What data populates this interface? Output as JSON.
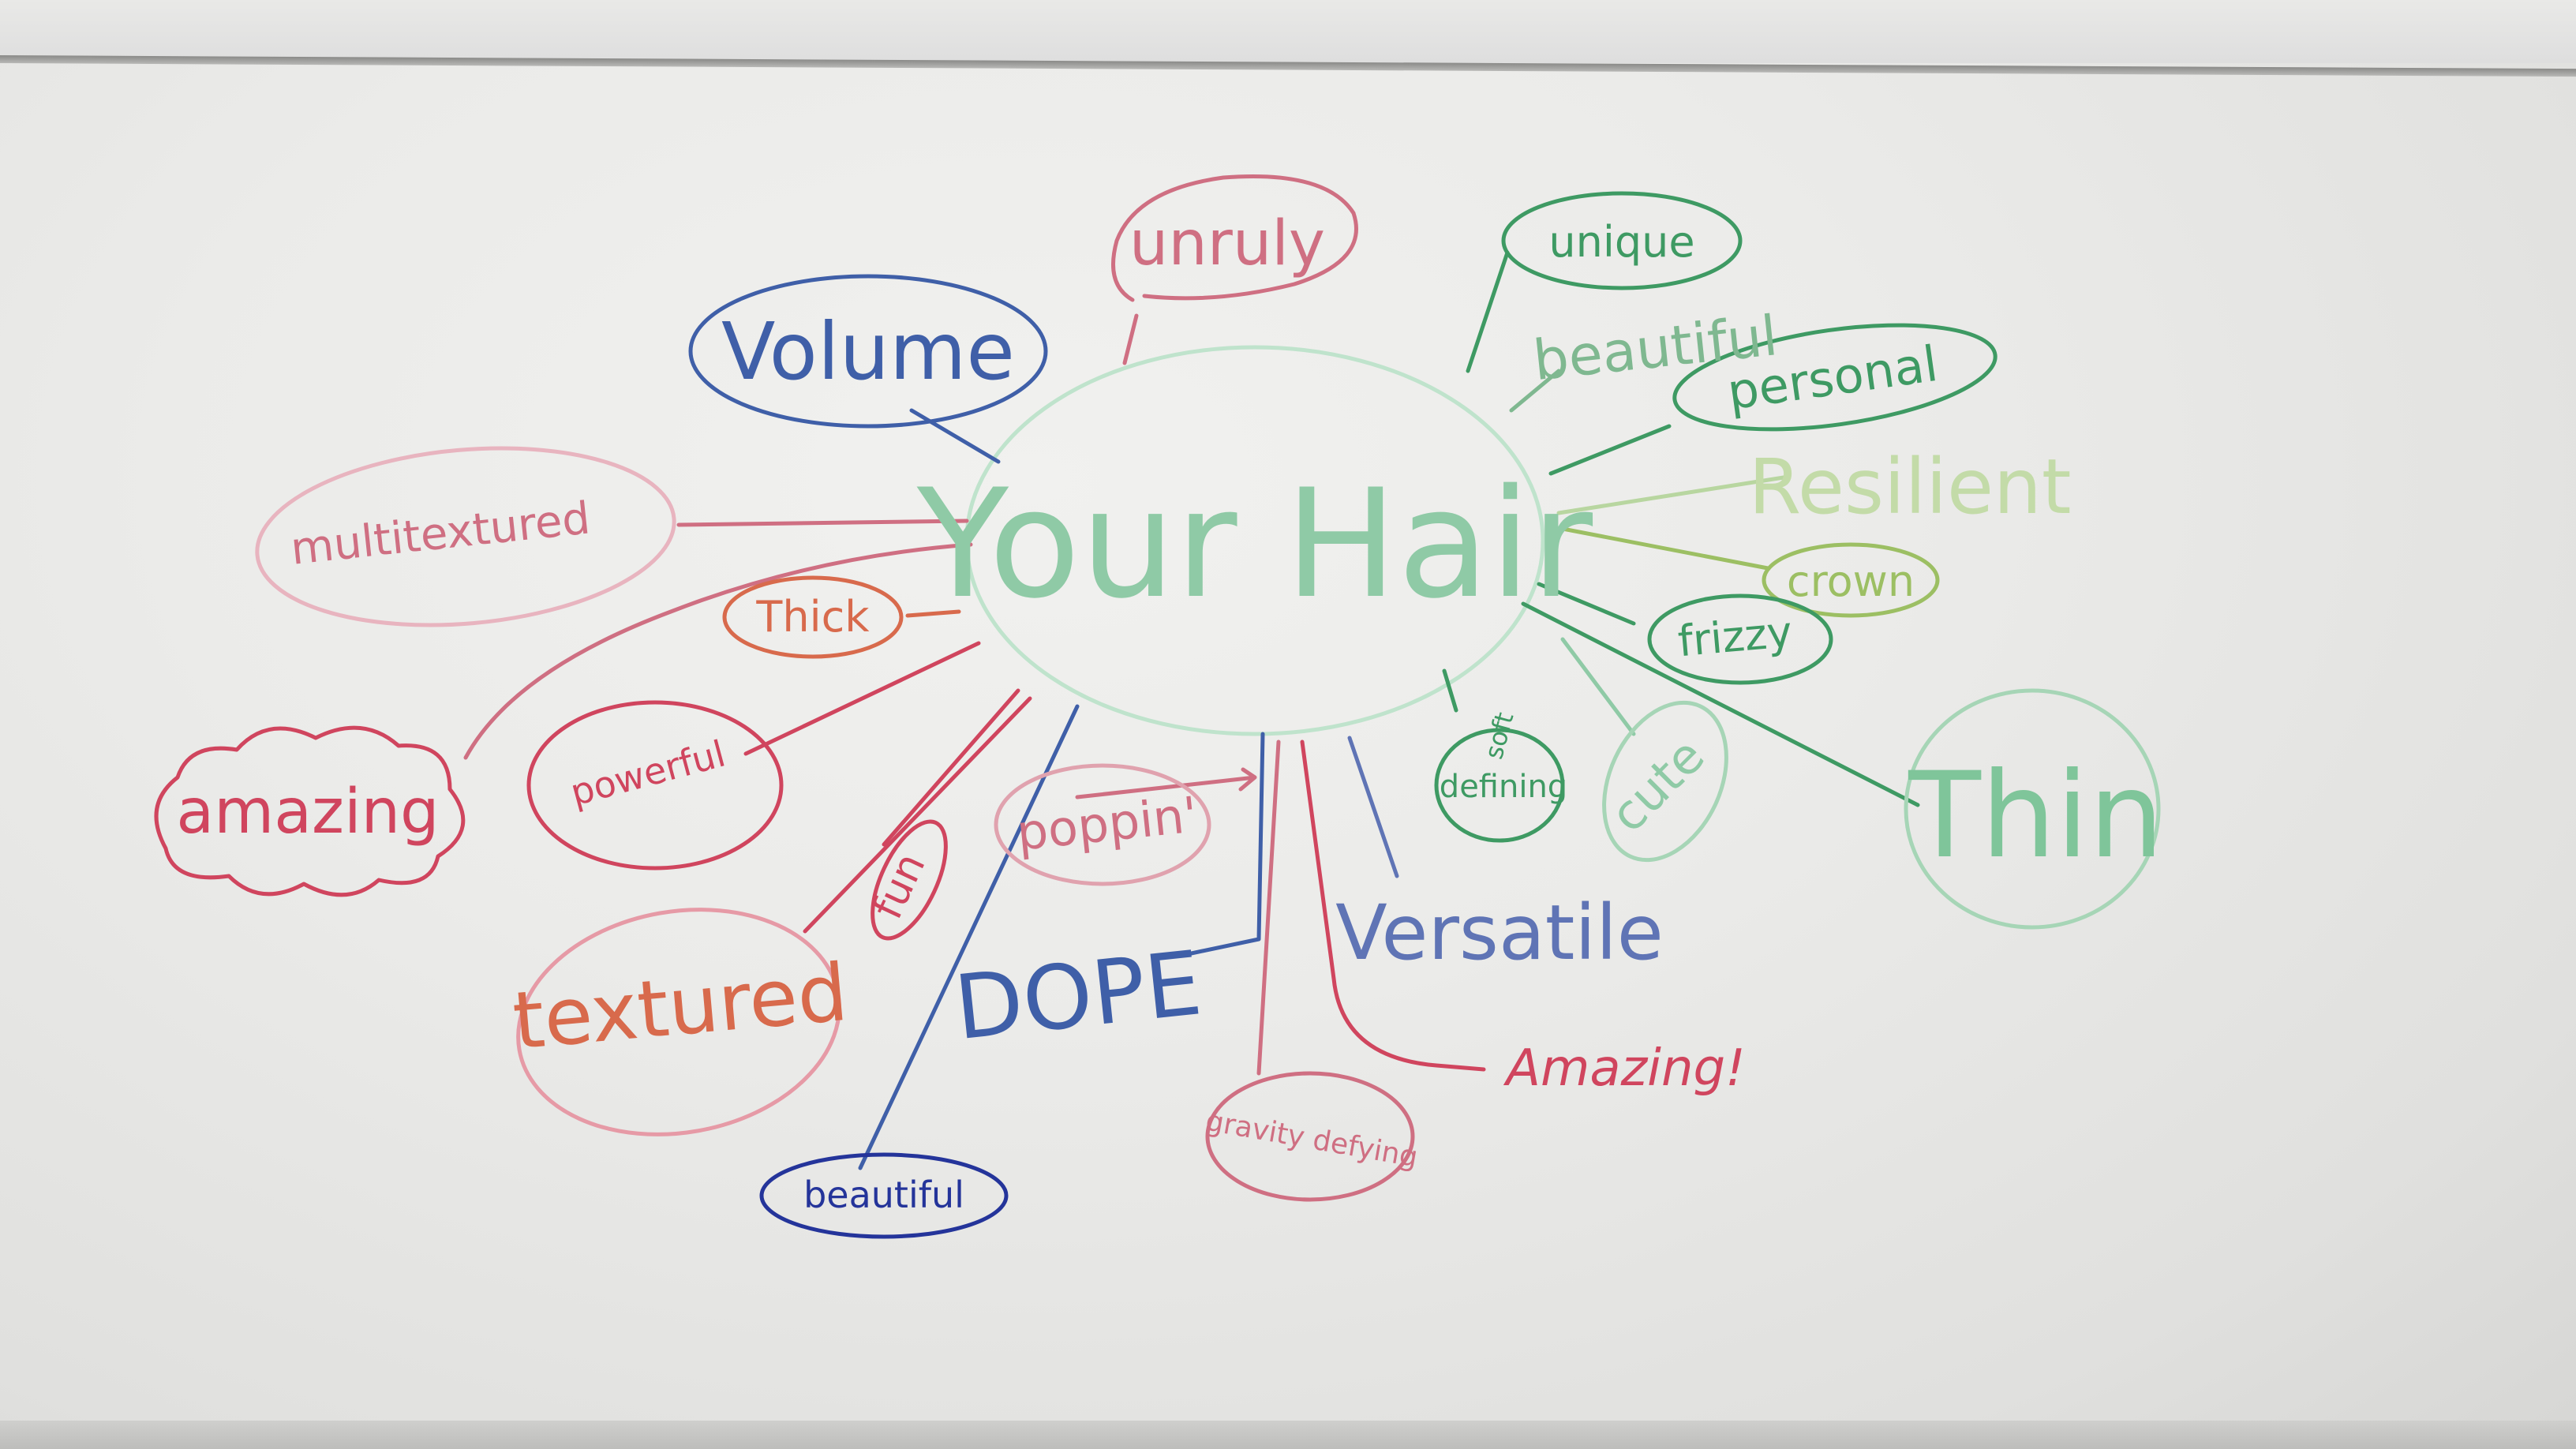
{
  "center": {
    "label": "Your Hair"
  },
  "words": {
    "volume": "Volume",
    "unruly": "unruly",
    "unique": "unique",
    "beautiful_top": "beautiful",
    "personal": "personal",
    "resilient": "Resilient",
    "crown": "crown",
    "frizzy": "frizzy",
    "thin": "Thin",
    "cute": "cute",
    "soft": "soft",
    "defining": "defining",
    "versatile": "Versatile",
    "amazing_excl": "Amazing!",
    "gravity_defying": "gravity defying",
    "poppin": "poppin'",
    "dope": "DOPE",
    "beautiful_bottom": "beautiful",
    "fun": "fun",
    "textured": "textured",
    "powerful": "powerful",
    "thick": "Thick",
    "multitextured": "multitextured",
    "amazing_cloud": "amazing"
  },
  "colors": {
    "blue": "#3f5fa8",
    "red": "#d0455e",
    "pink": "#cf6f82",
    "orange": "#d86a4c",
    "green": "#3e9a63",
    "light_green": "#9cbf63",
    "mint": "#8fcaa6",
    "navy": "#24349a"
  }
}
